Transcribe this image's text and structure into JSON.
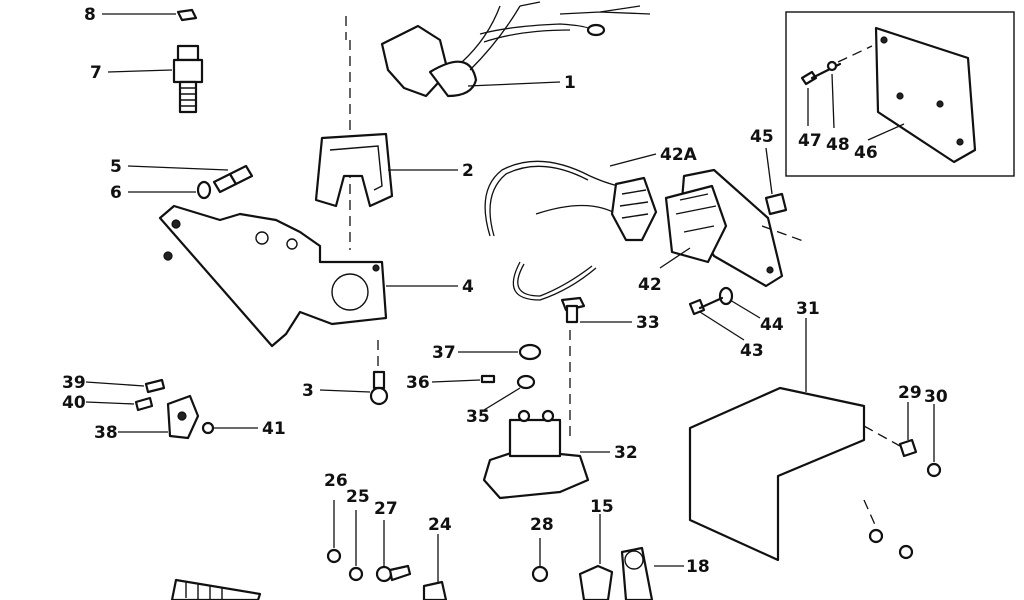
{
  "labels": {
    "l1": "1",
    "l2": "2",
    "l3": "3",
    "l4": "4",
    "l5": "5",
    "l6": "6",
    "l7": "7",
    "l8": "8",
    "l15": "15",
    "l18": "18",
    "l24": "24",
    "l25": "25",
    "l26": "26",
    "l27": "27",
    "l28": "28",
    "l29": "29",
    "l30": "30",
    "l31": "31",
    "l32": "32",
    "l33": "33",
    "l35": "35",
    "l36": "36",
    "l37": "37",
    "l38": "38",
    "l39": "39",
    "l40": "40",
    "l41": "41",
    "l42": "42",
    "l42A": "42A",
    "l43": "43",
    "l44": "44",
    "l45": "45",
    "l46": "46",
    "l47": "47",
    "l48": "48"
  }
}
